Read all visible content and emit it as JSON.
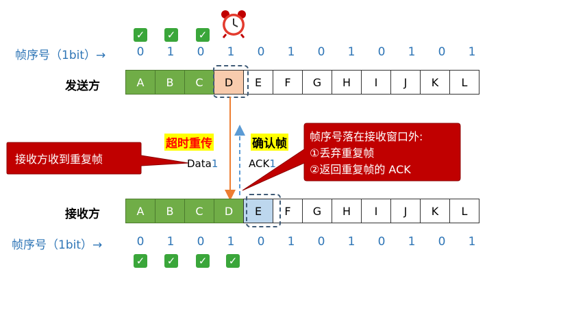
{
  "seq_label": "帧序号（1bit）→",
  "seq_numbers": [
    "0",
    "1",
    "0",
    "1",
    "0",
    "1",
    "0",
    "1",
    "0",
    "1",
    "0",
    "1"
  ],
  "sender_label": "发送方",
  "receiver_label": "接收方",
  "frames": [
    "A",
    "B",
    "C",
    "D",
    "E",
    "F",
    "G",
    "H",
    "I",
    "J",
    "K",
    "L"
  ],
  "left_callout": "接收方收到重复帧",
  "right_callout": {
    "line1": "帧序号落在接收窗口外:",
    "line2": "①丢弃重复帧",
    "line3": "②返回重复帧的 ACK"
  },
  "retransmit_tag": "超时重传",
  "ack_tag": "确认帧",
  "data_label": "Data",
  "data_num": "1",
  "ack_label": "ACK",
  "ack_num": "1",
  "check_glyph": "✓",
  "colors": {
    "green": "#70ad47",
    "orange_fill": "#f8cbad",
    "blue_fill": "#bdd7ee",
    "callout_red": "#c00000",
    "seq_blue": "#2e75b6"
  }
}
